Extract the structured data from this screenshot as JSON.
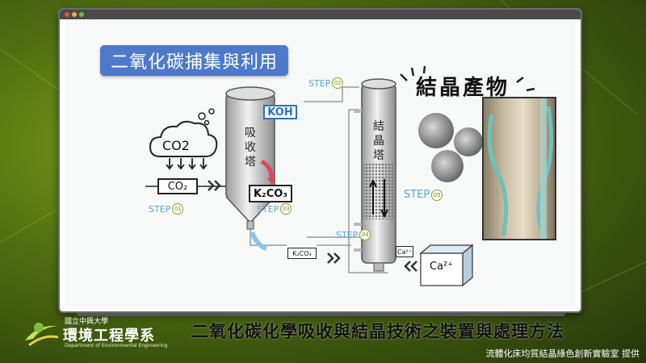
{
  "slide": {
    "banner_title": "二氧化碳捕集與利用",
    "product_title": "結晶產物",
    "co2_cloud_label": "CO2",
    "co2_box_label": "CO₂",
    "koh_label": "KOH",
    "k2co3_label": "K₂CO₃",
    "k2co3_pipe_label": "K₂CO₃",
    "ca_label": "Ca²⁺",
    "ca_box_label": "Ca²⁺",
    "absorber_label": [
      "吸",
      "收",
      "塔"
    ],
    "crystallizer_label": [
      "結",
      "晶",
      "塔"
    ],
    "steps": [
      {
        "text": "STEP",
        "num": "01"
      },
      {
        "text": "STEP",
        "num": "02"
      },
      {
        "text": "STEP",
        "num": "03"
      },
      {
        "text": "STEP",
        "num": "04"
      },
      {
        "text": "STEP",
        "num": "05"
      }
    ]
  },
  "footer": {
    "university_small": "國立中興大學",
    "department": "環境工程學系",
    "department_en": "Department of Environmental Engineering",
    "caption": "二氧化碳化學吸收與結晶技術之裝置與處理方法",
    "credit": "流體化床均質結晶綠色創新實驗室 提供"
  },
  "colors": {
    "banner": "#4d79c8",
    "step_text": "#59a6c9",
    "background": "#5b7a14"
  }
}
